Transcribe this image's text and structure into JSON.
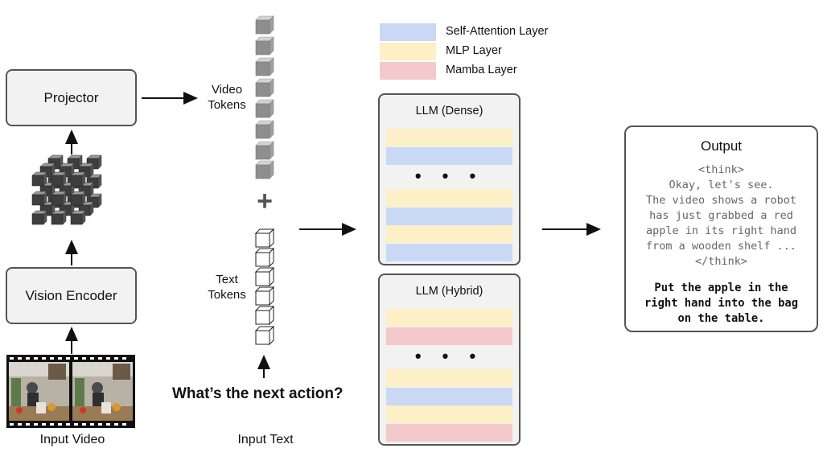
{
  "projector": {
    "label": "Projector"
  },
  "vision_encoder": {
    "label": "Vision Encoder"
  },
  "input_video": {
    "label": "Input Video"
  },
  "input_text": {
    "label": "Input Text",
    "question": "What’s the next action?"
  },
  "tokens": {
    "video_line1": "Video",
    "video_line2": "Tokens",
    "text_line1": "Text",
    "text_line2": "Tokens",
    "plus": "+"
  },
  "legend": [
    {
      "label": "Self-Attention Layer",
      "color": "#c9d9f5"
    },
    {
      "label": "MLP Layer",
      "color": "#fdf0c7"
    },
    {
      "label": "Mamba Layer",
      "color": "#f4c9cb"
    }
  ],
  "llm_dense": {
    "title": "LLM (Dense)",
    "dots": "• • •",
    "layers_top": [
      "mlp",
      "attn"
    ],
    "layers_bottom": [
      "mlp",
      "attn",
      "mlp",
      "attn"
    ]
  },
  "llm_hybrid": {
    "title": "LLM (Hybrid)",
    "dots": "• • •",
    "layers_top": [
      "mlp",
      "mamba"
    ],
    "layers_bottom": [
      "mlp",
      "attn",
      "mlp",
      "mamba"
    ]
  },
  "output": {
    "title": "Output",
    "think": "<think>\nOkay, let's see.\nThe video shows a robot\nhas just grabbed a red\napple in its right hand\nfrom a wooden shelf ...\n</think>",
    "answer": "Put the apple in the\nright hand into the bag\non the table."
  },
  "colors": {
    "attn": "#c9d9f5",
    "mlp": "#fdf0c7",
    "mamba": "#f4c9cb"
  }
}
